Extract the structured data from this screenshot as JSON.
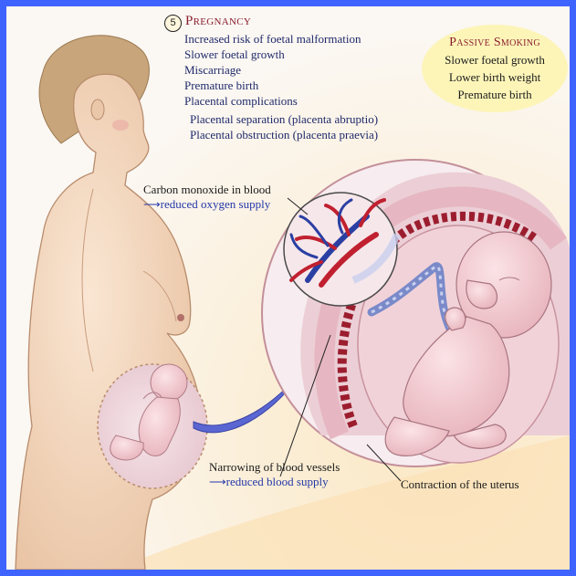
{
  "pregnancy": {
    "number": "5",
    "heading": "Pregnancy",
    "items": [
      "Increased risk of foetal malformation",
      "Slower foetal growth",
      "Miscarriage",
      "Premature birth",
      "Placental complications"
    ],
    "subitems": [
      "Placental separation (placenta abruptio)",
      "Placental obstruction (placenta praevia)"
    ]
  },
  "passive_smoking": {
    "heading": "Passive Smoking",
    "items": [
      "Slower foetal growth",
      "Lower birth weight",
      "Premature birth"
    ]
  },
  "callouts": {
    "carbon_monoxide": {
      "line1": "Carbon monoxide in blood",
      "line2": "reduced oxygen supply"
    },
    "blood_vessels": {
      "line1": "Narrowing of blood vessels",
      "line2": "reduced blood supply"
    },
    "uterus": {
      "line1": "Contraction of the uterus"
    }
  },
  "colors": {
    "frame": "#3f63ff",
    "skin": "#f2d7bd",
    "heading": "#8a1e2e",
    "list_text": "#1f2a6b",
    "bubble": "#fdf5b8",
    "arrow": "#4a57c4"
  }
}
